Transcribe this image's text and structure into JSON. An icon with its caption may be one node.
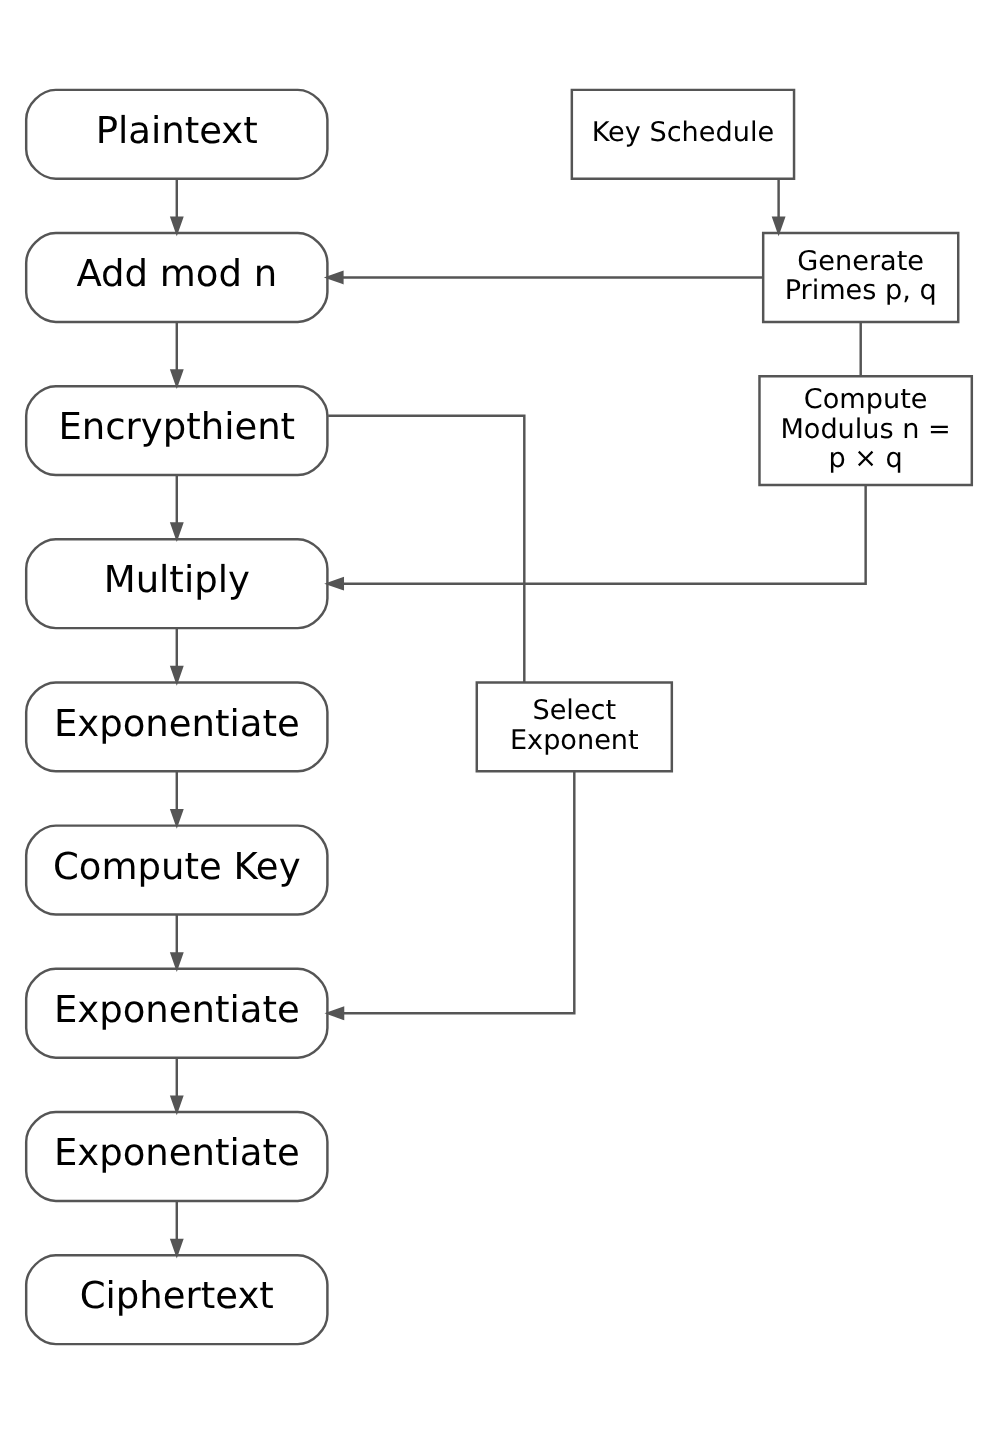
{
  "diagram": {
    "nodes": [
      {
        "text": [
          "Plaintext"
        ]
      },
      {
        "text": [
          "Add mod n"
        ]
      },
      {
        "text": [
          "Encrypthient"
        ]
      },
      {
        "text": [
          "Multiply"
        ]
      },
      {
        "text": [
          "Exponentiate"
        ]
      },
      {
        "text": [
          "Compute Key"
        ]
      },
      {
        "text": [
          "Exponentiate"
        ]
      },
      {
        "text": [
          "Exponentiate"
        ]
      },
      {
        "text": [
          "Ciphertext"
        ]
      },
      {
        "text": [
          "Key Schedule"
        ]
      },
      {
        "text": [
          "Generate Primes p, q"
        ]
      },
      {
        "text": [
          "Compute Modulus n = p × q"
        ]
      },
      {
        "text": [
          "Select Exponent"
        ]
      }
    ],
    "edges": [
      {
        "from": 0,
        "to": 1,
        "arrow": "to"
      },
      {
        "from": 1,
        "to": 2,
        "arrow": "to"
      },
      {
        "from": 2,
        "to": 3,
        "arrow": "to"
      },
      {
        "from": 3,
        "to": 4,
        "arrow": "to"
      },
      {
        "from": 4,
        "to": 5,
        "arrow": "to"
      },
      {
        "from": 5,
        "to": 6,
        "arrow": "to"
      },
      {
        "from": 6,
        "to": 7,
        "arrow": "to"
      },
      {
        "from": 7,
        "to": 8,
        "arrow": "to"
      },
      {
        "from": 9,
        "to": 10,
        "arrow": "to"
      },
      {
        "from": 10,
        "to": 1,
        "arrow": "to"
      },
      {
        "from": 10,
        "to": 11,
        "arrow": "none"
      },
      {
        "from": 11,
        "to": 3,
        "arrow": "to"
      },
      {
        "from": 2,
        "to": 12,
        "arrow": "none"
      },
      {
        "from": 12,
        "to": 6,
        "arrow": "to"
      }
    ]
  }
}
